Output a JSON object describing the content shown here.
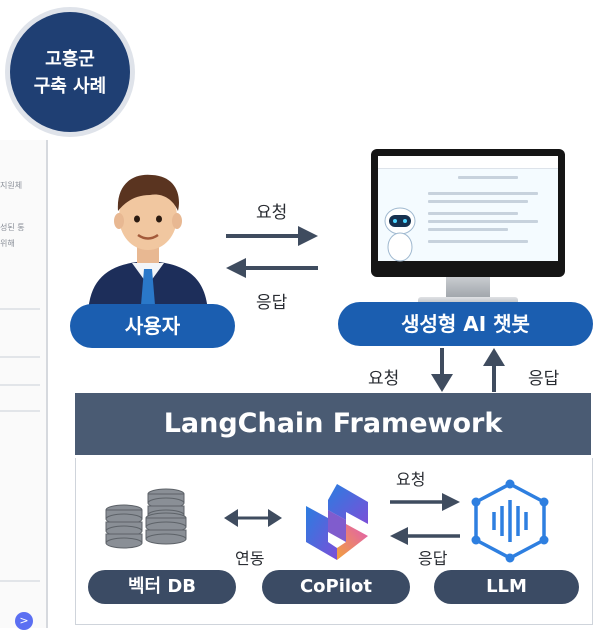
{
  "badge": {
    "line1": "고흥군",
    "line2": "구축 사례"
  },
  "background_page": {
    "snippets": [
      "지원체",
      "성된 통",
      "위해"
    ],
    "circle_glyph": ">"
  },
  "user_label": "사용자",
  "chatbot_label": "생성형 AI 챗봇",
  "framework_label": "LangChain Framework",
  "top_request": "요청",
  "top_response": "응답",
  "mid_request": "요청",
  "mid_response": "응답",
  "bottom_request": "요청",
  "bottom_response": "응답",
  "link_label": "연동",
  "bottom_nodes": {
    "vector_db": "벡터 DB",
    "copilot": "CoPilot",
    "llm": "LLM"
  },
  "colors": {
    "badge": "#1f3f73",
    "blue_pill": "#1b5eb0",
    "slate_pill": "#3b4b64",
    "framework": "#4a5b73",
    "arrow": "#3f4c5f"
  }
}
